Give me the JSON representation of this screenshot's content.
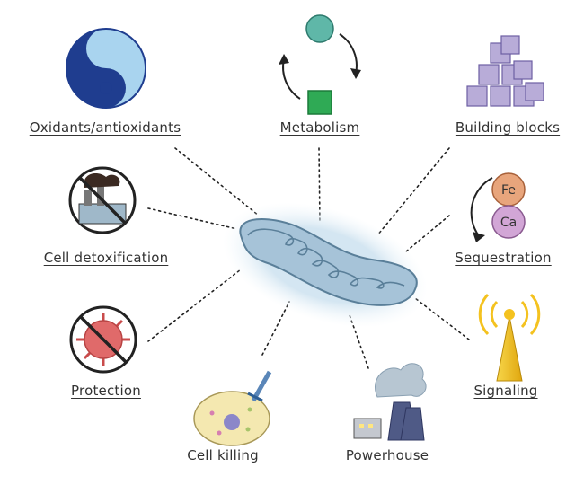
{
  "labels": {
    "oxidants": "Oxidants/antioxidants",
    "metabolism": "Metabolism",
    "building_blocks": "Building blocks",
    "detoxification": "Cell detoxification",
    "sequestration": "Sequestration",
    "protection": "Protection",
    "signaling": "Signaling",
    "cell_killing": "Cell killing",
    "powerhouse": "Powerhouse"
  },
  "ions": {
    "iron": "Fe",
    "calcium": "Ca"
  },
  "colors": {
    "yin_yang_dark": "#1f3d8f",
    "yin_yang_light": "#a9d4ef",
    "metabolism_circle": "#5fb7a8",
    "metabolism_square": "#2faa55",
    "blocks": "#b8acd8",
    "mitochondrion": "#8fb1c9",
    "virus": "#e06a6a",
    "signal_tower": "#f4c21f",
    "prohibition": "#222222"
  },
  "icons": [
    "yin-yang-icon",
    "metabolism-cycle-icon",
    "cube-stack-icon",
    "polluting-factory-icon",
    "ion-storage-icon",
    "virus-icon",
    "antenna-icon",
    "cell-with-dagger-icon",
    "power-plant-icon",
    "mitochondrion-icon"
  ]
}
